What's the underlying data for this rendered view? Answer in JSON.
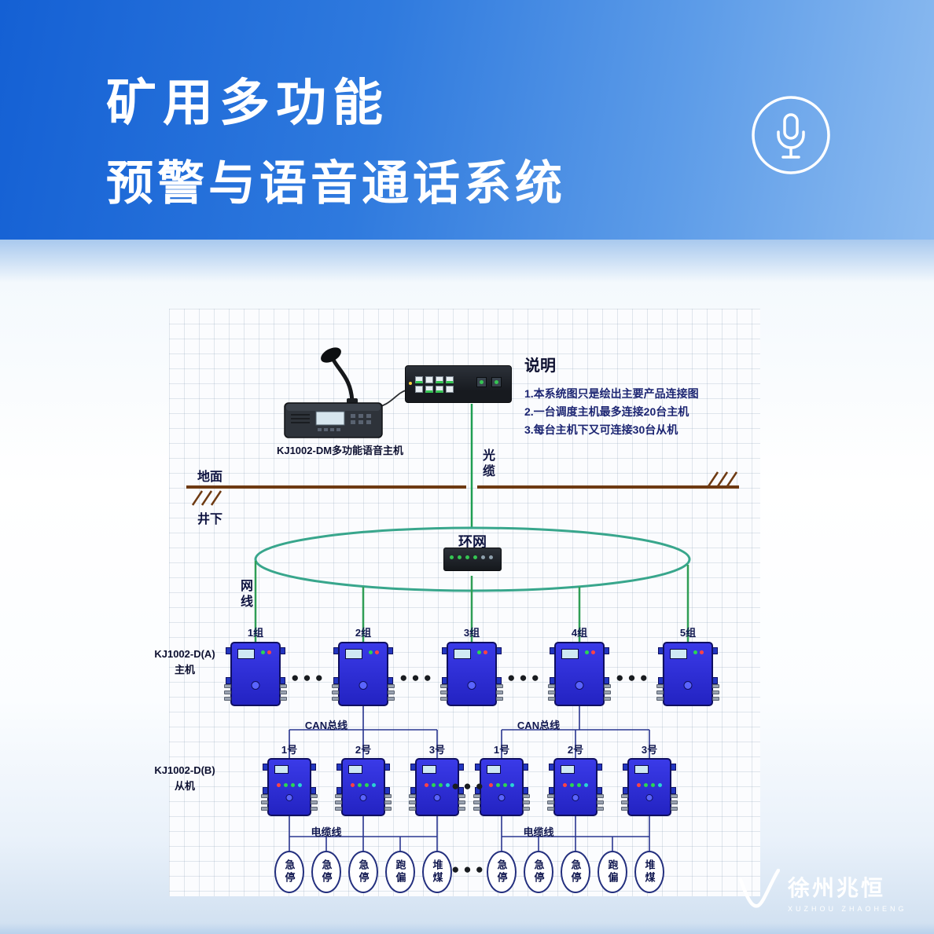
{
  "header": {
    "title_line1": "矿用多功能",
    "title_line2": "预警与语音通话系统"
  },
  "diagram": {
    "console_label": "KJ1002-DM多功能语音主机",
    "notes": {
      "title": "说明",
      "items": [
        "1.本系统图只是绘出主要产品连接图",
        "2.一台调度主机最多连接20台主机",
        "3.每台主机下又可连接30台从机"
      ]
    },
    "optical_cable": "光缆",
    "ground": "地面",
    "underground": "井下",
    "ring": "环网",
    "net_cable": "网线",
    "master": {
      "model": "KJ1002-D(A)",
      "role": "主机"
    },
    "slave": {
      "model": "KJ1002-D(B)",
      "role": "从机"
    },
    "can_bus": "CAN总线",
    "cable": "电缆线",
    "ellipsis": "●●●",
    "groups": [
      "1组",
      "2组",
      "3组",
      "4组",
      "5组"
    ],
    "slaves": [
      "1号",
      "2号",
      "3号",
      "1号",
      "2号",
      "3号"
    ],
    "sensors": [
      "急停",
      "急停",
      "急停",
      "跑偏",
      "堆煤",
      "急停",
      "急停",
      "急停",
      "跑偏",
      "堆煤"
    ]
  },
  "watermark": {
    "name": "徐州兆恒",
    "latin": "XUZHOU  ZHAOHENG"
  },
  "colors": {
    "header_blue": "#1460d4",
    "unit_blue": "#2a2ad0",
    "ring_teal": "#38a68c",
    "line_green": "#2f9e55",
    "ground_brown": "#6e3a12",
    "bus_navy": "#2a3690"
  }
}
